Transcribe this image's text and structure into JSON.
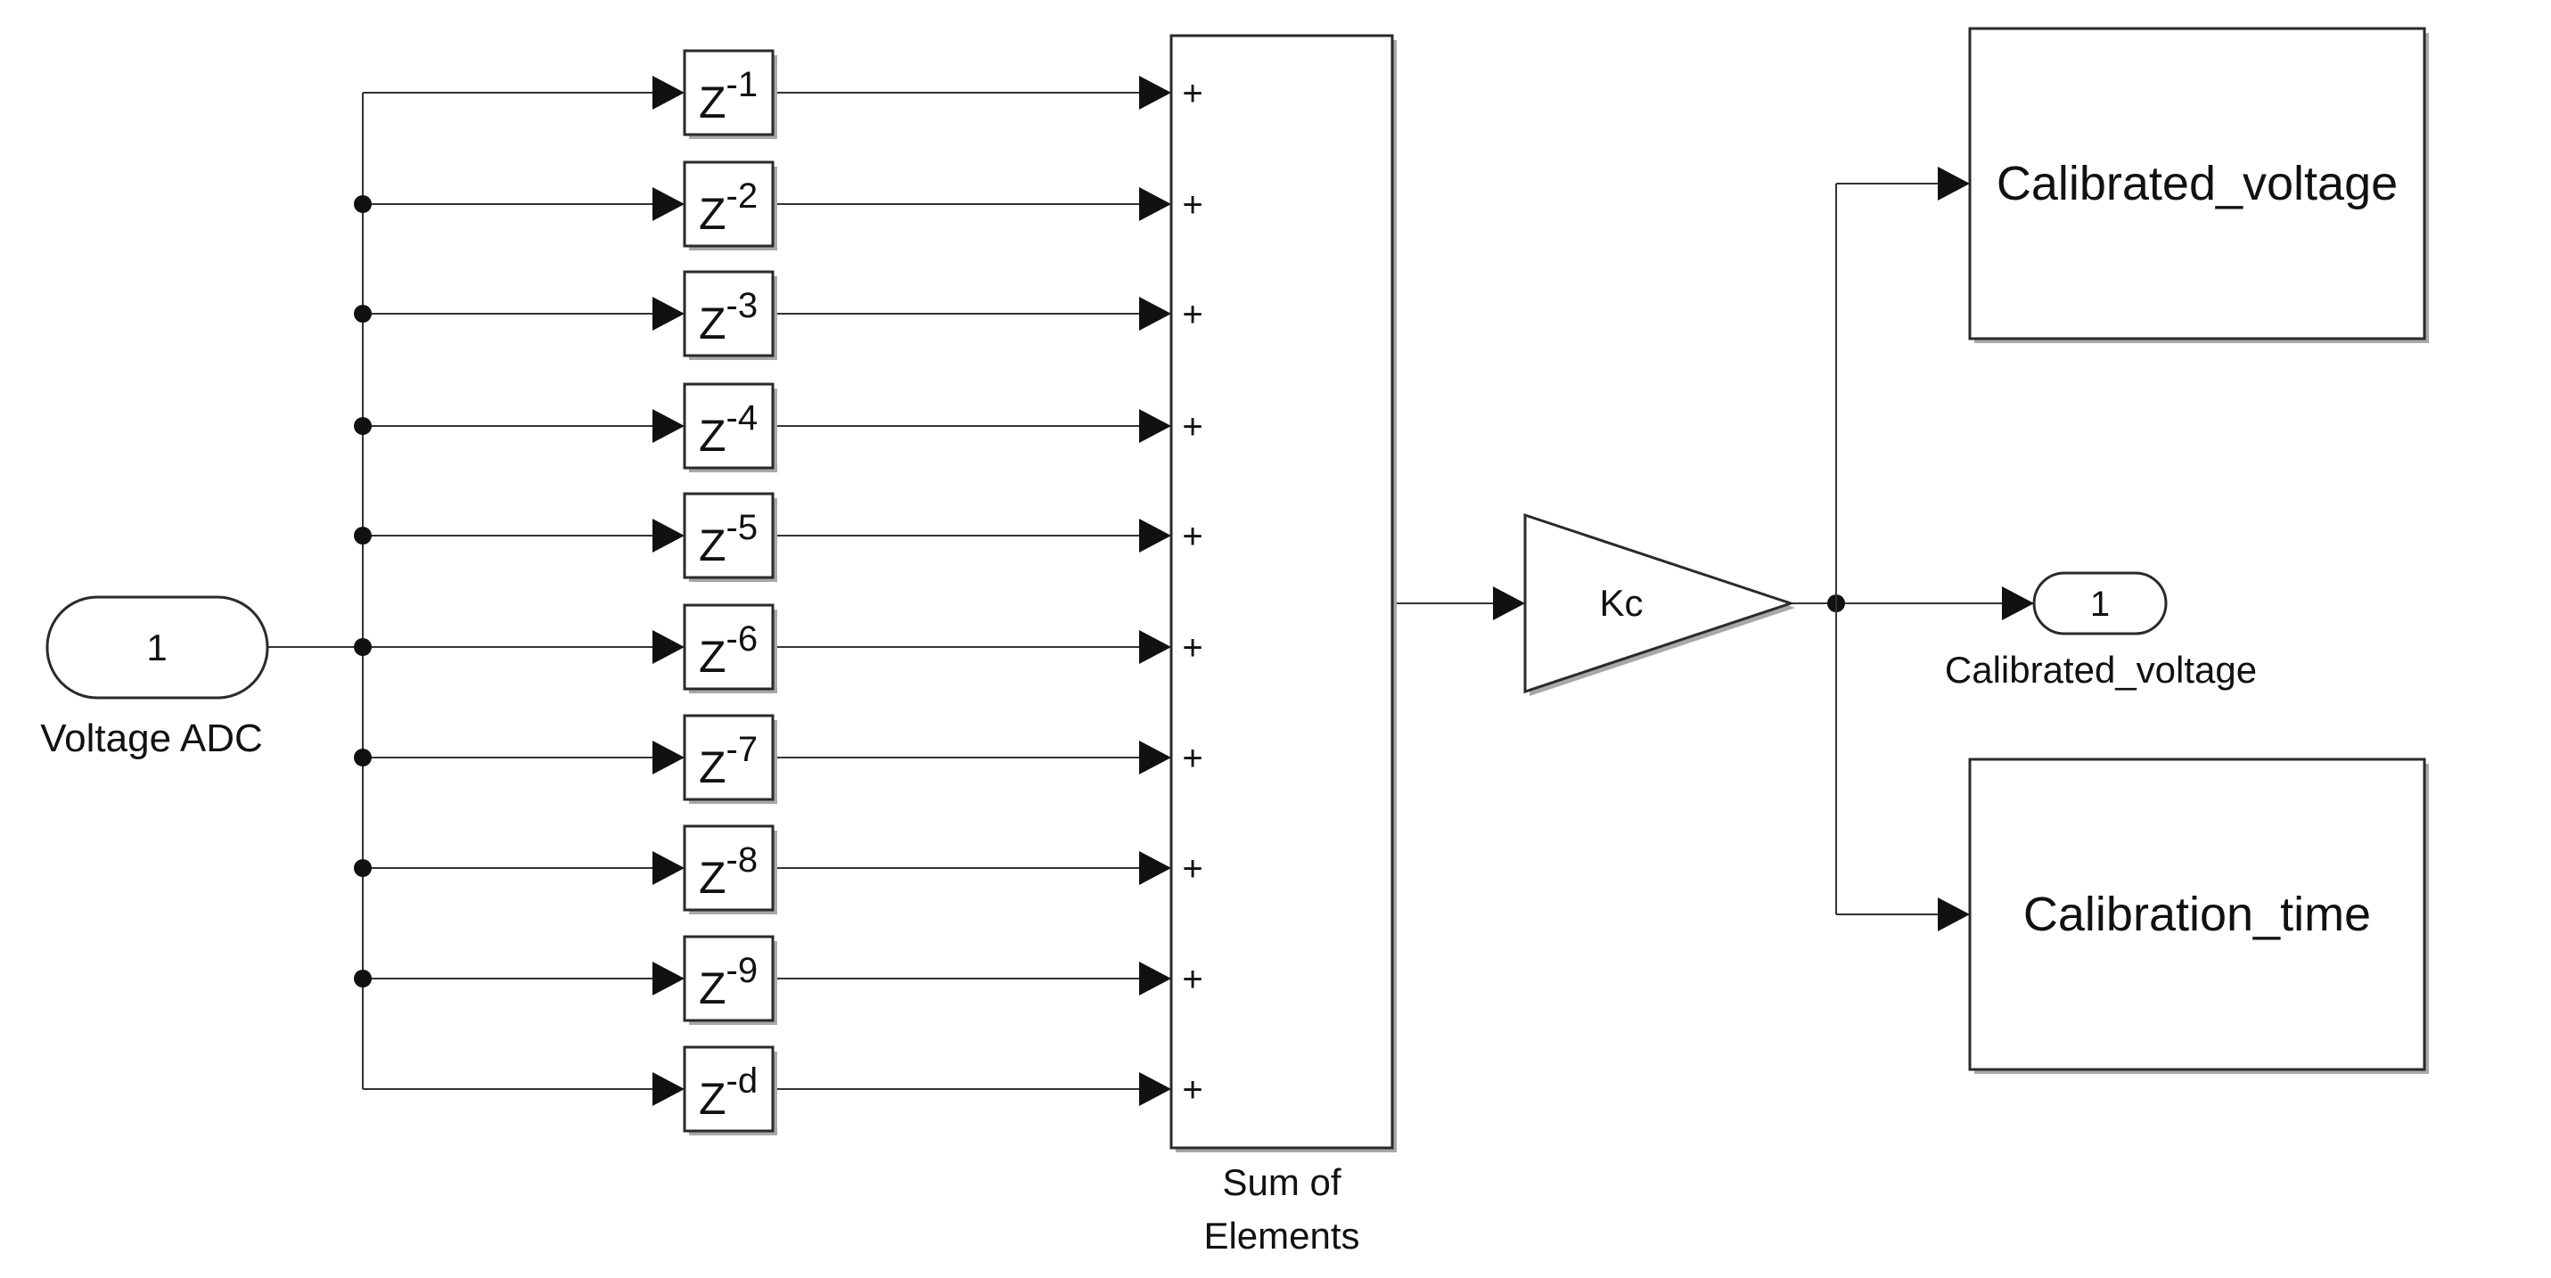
{
  "inport": {
    "number": "1",
    "label": "Voltage ADC"
  },
  "delays": [
    {
      "base": "Z",
      "exponent": "-1"
    },
    {
      "base": "Z",
      "exponent": "-2"
    },
    {
      "base": "Z",
      "exponent": "-3"
    },
    {
      "base": "Z",
      "exponent": "-4"
    },
    {
      "base": "Z",
      "exponent": "-5"
    },
    {
      "base": "Z",
      "exponent": "-6"
    },
    {
      "base": "Z",
      "exponent": "-7"
    },
    {
      "base": "Z",
      "exponent": "-8"
    },
    {
      "base": "Z",
      "exponent": "-9"
    },
    {
      "base": "Z",
      "exponent": "-d"
    }
  ],
  "sum_block": {
    "sign": "+",
    "label_line1": "Sum of",
    "label_line2": "Elements"
  },
  "gain": {
    "label": "Kc"
  },
  "outport": {
    "number": "1",
    "label": "Calibrated_voltage"
  },
  "subsystems": [
    {
      "label": "Calibrated_voltage"
    },
    {
      "label": "Calibration_time"
    }
  ],
  "colors": {
    "line": "#333333",
    "block_border": "#2a2a2a",
    "shadow": "#a8a8a8",
    "background": "#ffffff"
  }
}
